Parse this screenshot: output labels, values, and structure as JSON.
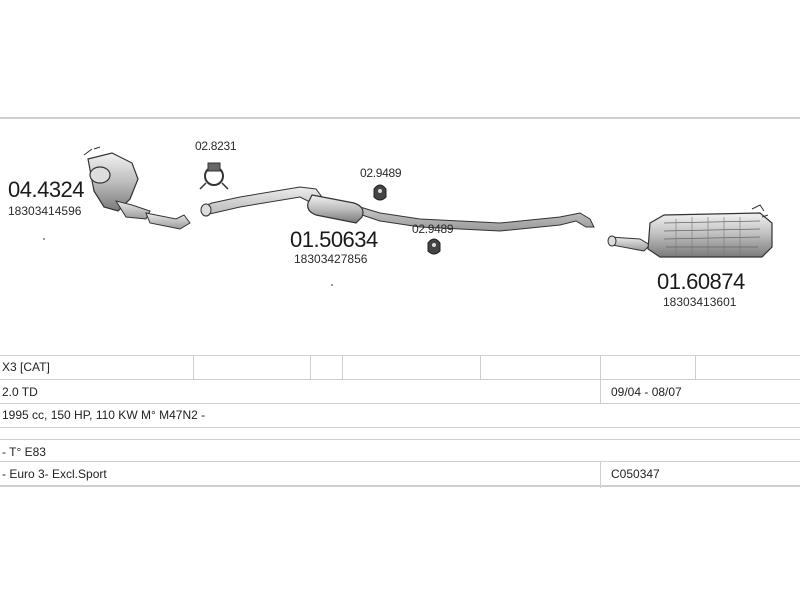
{
  "parts": {
    "catalyst": {
      "code": "04.4324",
      "oe": "18303414596"
    },
    "clamp": {
      "code": "02.8231"
    },
    "rubber_mount_1": {
      "code": "02.9489"
    },
    "rubber_mount_2": {
      "code": "02.9489"
    },
    "middle_silencer": {
      "code": "01.50634",
      "oe": "18303427856"
    },
    "rear_silencer": {
      "code": "01.60874",
      "oe": "18303413601"
    }
  },
  "spec": {
    "model": "X3  [CAT]",
    "engine": "2.0 TD",
    "years": "09/04 - 08/07",
    "details": "1995 cc, 150 HP, 110 KW M° M47N2 -",
    "type": "- T° E83",
    "notes": "- Euro 3- Excl.Sport",
    "reference": "C050347"
  }
}
